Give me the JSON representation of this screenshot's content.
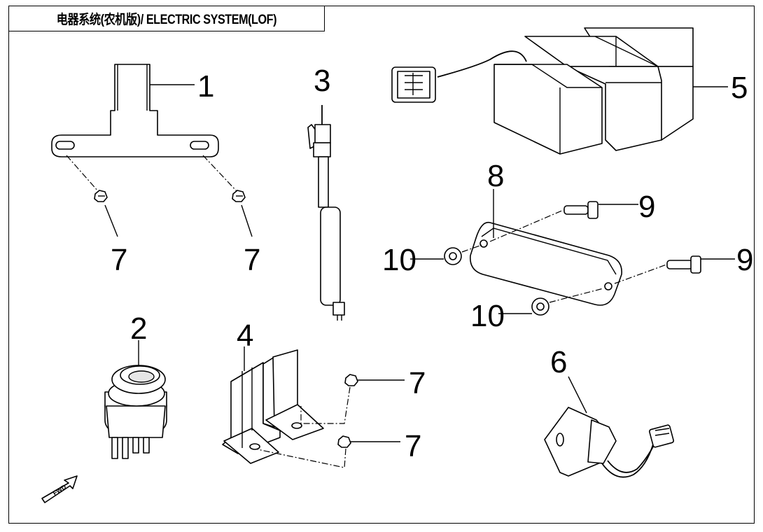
{
  "title": "电器系统(农机版)/ ELECTRIC SYSTEM(LOF)",
  "callouts": {
    "c1": "1",
    "c2": "2",
    "c3": "3",
    "c4": "4",
    "c5": "5",
    "c6": "6",
    "c7a": "7",
    "c7b": "7",
    "c7c": "7",
    "c7d": "7",
    "c8": "8",
    "c9a": "9",
    "c9b": "9",
    "c10a": "10",
    "c10b": "10"
  },
  "fwd_label": "FWD"
}
